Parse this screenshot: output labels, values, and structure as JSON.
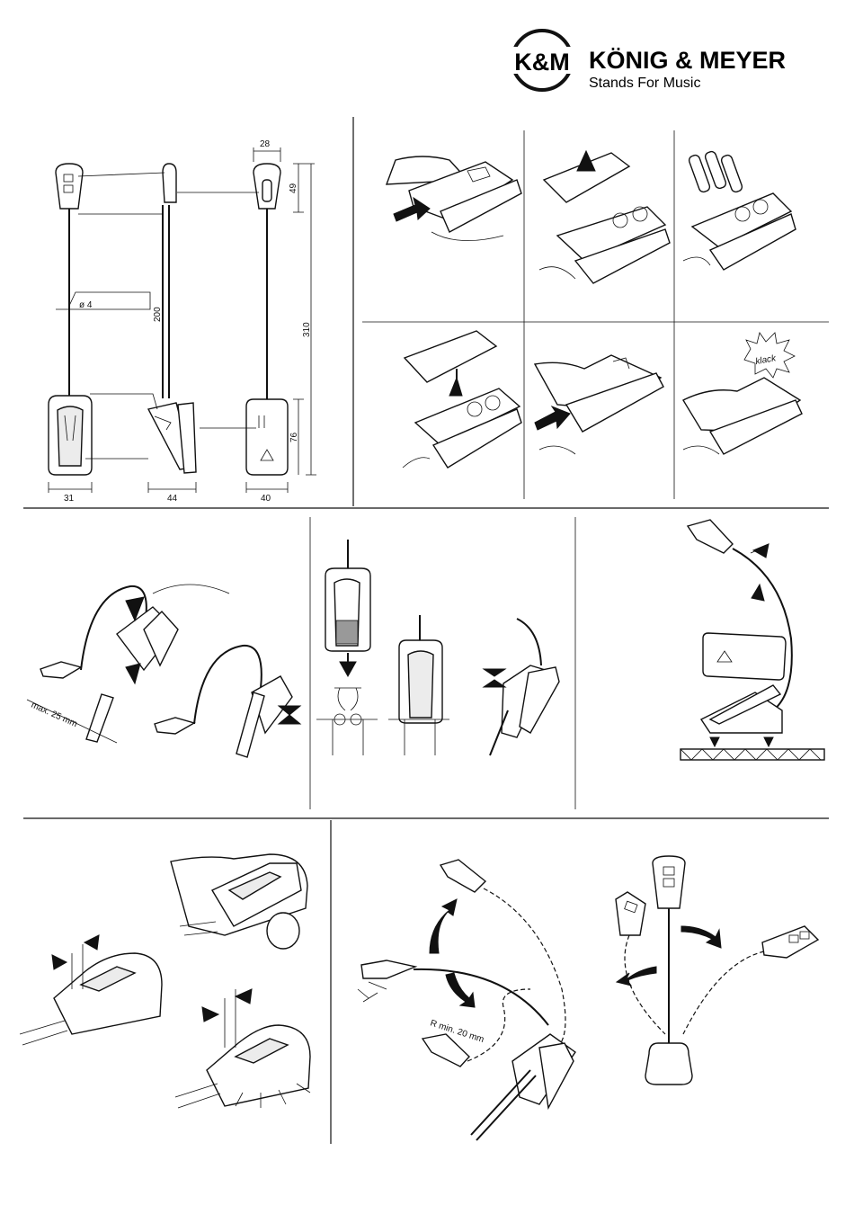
{
  "brand": {
    "logo_mark": "K&M",
    "name": "KÖNIG & MEYER",
    "tagline": "Stands For Music"
  },
  "dimensions": {
    "head_width": "28",
    "head_height": "49",
    "gooseneck_diameter": "ø 4",
    "gooseneck_length": "200",
    "total_height": "310",
    "base_height": "76",
    "base_width_front": "31",
    "clip_width": "44",
    "base_width_side": "40"
  },
  "annotations": {
    "click_sound": "klack",
    "max_thickness": "max. 25 mm",
    "min_bend_radius": "R min. 20 mm"
  },
  "icons": [
    "arrow-icon",
    "hand-illustration",
    "battery-illustration",
    "lamp-illustration"
  ]
}
